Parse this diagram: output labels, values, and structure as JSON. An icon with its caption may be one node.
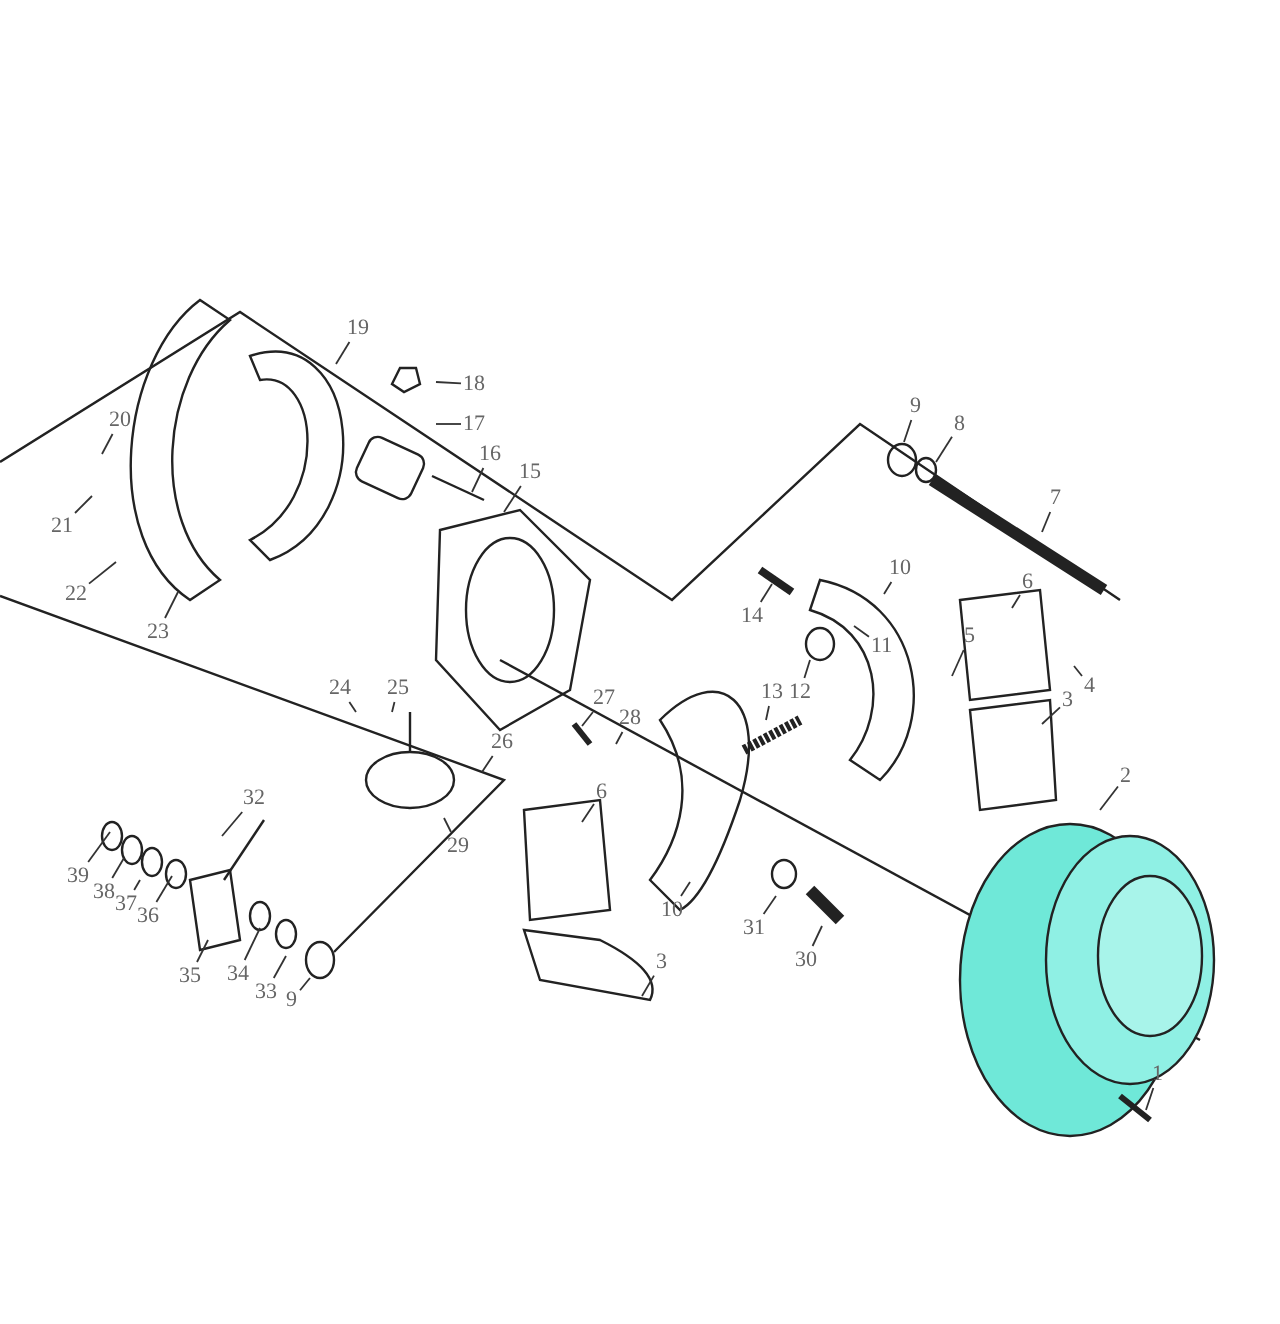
{
  "diagram": {
    "nodes": [
      {
        "text": [
          "19"
        ]
      },
      {
        "text": [
          "18"
        ]
      },
      {
        "text": [
          "9"
        ]
      },
      {
        "text": [
          "20"
        ]
      },
      {
        "text": [
          "17"
        ]
      },
      {
        "text": [
          "8"
        ]
      },
      {
        "text": [
          "16"
        ]
      },
      {
        "text": [
          "15"
        ]
      },
      {
        "text": [
          "7"
        ]
      },
      {
        "text": [
          "21"
        ]
      },
      {
        "text": [
          "10"
        ]
      },
      {
        "text": [
          "22"
        ]
      },
      {
        "text": [
          "6"
        ]
      },
      {
        "text": [
          "14"
        ]
      },
      {
        "text": [
          "23"
        ]
      },
      {
        "text": [
          "5"
        ]
      },
      {
        "text": [
          "11"
        ]
      },
      {
        "text": [
          "4"
        ]
      },
      {
        "text": [
          "24"
        ]
      },
      {
        "text": [
          "25"
        ]
      },
      {
        "text": [
          "13"
        ]
      },
      {
        "text": [
          "12"
        ]
      },
      {
        "text": [
          "3"
        ]
      },
      {
        "text": [
          "27"
        ]
      },
      {
        "text": [
          "28"
        ]
      },
      {
        "text": [
          "26"
        ]
      },
      {
        "text": [
          "2"
        ]
      },
      {
        "text": [
          "6"
        ]
      },
      {
        "text": [
          "32"
        ]
      },
      {
        "text": [
          "29"
        ]
      },
      {
        "text": [
          "39"
        ]
      },
      {
        "text": [
          "38"
        ]
      },
      {
        "text": [
          "37"
        ]
      },
      {
        "text": [
          "36"
        ]
      },
      {
        "text": [
          "10"
        ]
      },
      {
        "text": [
          "31"
        ]
      },
      {
        "text": [
          "30"
        ]
      },
      {
        "text": [
          "3"
        ]
      },
      {
        "text": [
          "34"
        ]
      },
      {
        "text": [
          "35"
        ]
      },
      {
        "text": [
          "33"
        ]
      },
      {
        "text": [
          "9"
        ]
      },
      {
        "text": [
          "1"
        ]
      }
    ],
    "edges": [
      {
        "from": 0,
        "to": null,
        "arrow": "none"
      },
      {
        "from": 1,
        "to": null,
        "arrow": "none"
      },
      {
        "from": 2,
        "to": null,
        "arrow": "none"
      },
      {
        "from": 3,
        "to": null,
        "arrow": "none"
      },
      {
        "from": 4,
        "to": null,
        "arrow": "none"
      },
      {
        "from": 5,
        "to": null,
        "arrow": "none"
      },
      {
        "from": 6,
        "to": null,
        "arrow": "none"
      },
      {
        "from": 7,
        "to": null,
        "arrow": "none"
      },
      {
        "from": 8,
        "to": null,
        "arrow": "none"
      },
      {
        "from": 9,
        "to": null,
        "arrow": "none"
      },
      {
        "from": 10,
        "to": null,
        "arrow": "none"
      },
      {
        "from": 11,
        "to": null,
        "arrow": "none"
      },
      {
        "from": 12,
        "to": null,
        "arrow": "none"
      },
      {
        "from": 13,
        "to": null,
        "arrow": "none"
      },
      {
        "from": 14,
        "to": null,
        "arrow": "none"
      },
      {
        "from": 15,
        "to": null,
        "arrow": "none"
      },
      {
        "from": 16,
        "to": null,
        "arrow": "none"
      },
      {
        "from": 17,
        "to": null,
        "arrow": "none"
      },
      {
        "from": 18,
        "to": null,
        "arrow": "none"
      },
      {
        "from": 19,
        "to": null,
        "arrow": "none"
      },
      {
        "from": 20,
        "to": null,
        "arrow": "none"
      },
      {
        "from": 21,
        "to": null,
        "arrow": "none"
      },
      {
        "from": 22,
        "to": null,
        "arrow": "none"
      },
      {
        "from": 23,
        "to": null,
        "arrow": "none"
      },
      {
        "from": 24,
        "to": null,
        "arrow": "none"
      },
      {
        "from": 25,
        "to": null,
        "arrow": "none"
      },
      {
        "from": 26,
        "to": null,
        "arrow": "none"
      },
      {
        "from": 27,
        "to": null,
        "arrow": "none"
      },
      {
        "from": 28,
        "to": null,
        "arrow": "none"
      },
      {
        "from": 29,
        "to": null,
        "arrow": "none"
      },
      {
        "from": 30,
        "to": null,
        "arrow": "none"
      },
      {
        "from": 31,
        "to": null,
        "arrow": "none"
      },
      {
        "from": 32,
        "to": null,
        "arrow": "none"
      },
      {
        "from": 33,
        "to": null,
        "arrow": "none"
      },
      {
        "from": 34,
        "to": null,
        "arrow": "none"
      },
      {
        "from": 35,
        "to": null,
        "arrow": "none"
      },
      {
        "from": 36,
        "to": null,
        "arrow": "none"
      },
      {
        "from": 37,
        "to": null,
        "arrow": "none"
      },
      {
        "from": 38,
        "to": null,
        "arrow": "none"
      },
      {
        "from": 39,
        "to": null,
        "arrow": "none"
      },
      {
        "from": 40,
        "to": null,
        "arrow": "none"
      },
      {
        "from": 41,
        "to": null,
        "arrow": "none"
      },
      {
        "from": 42,
        "to": null,
        "arrow": "none"
      }
    ]
  }
}
